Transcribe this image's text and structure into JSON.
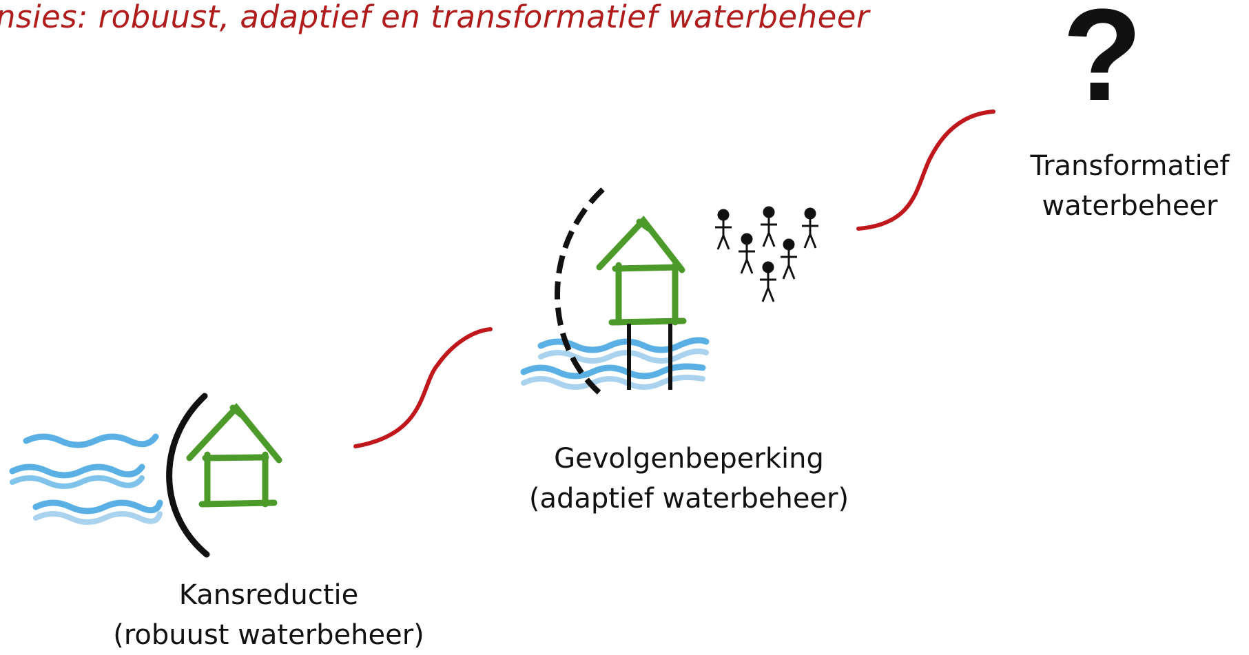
{
  "title": "nsies: robuust, adaptief en transformatief waterbeheer",
  "stages": [
    {
      "name": "Kansreductie",
      "subtitle": "(robuust waterbeheer)"
    },
    {
      "name": "Gevolgenbeperking",
      "subtitle": "(adaptief waterbeheer)"
    },
    {
      "name": "Transformatief",
      "subtitle": "waterbeheer"
    }
  ],
  "question_mark": "?",
  "colors": {
    "title": "#b01c1c",
    "connector": "#c0171c",
    "house": "#4c9a2a",
    "water": "#5ab0e4",
    "water_light": "#a9d2ee",
    "barrier": "#111111"
  },
  "icons": [
    "wave-icon",
    "house-icon",
    "barrier-icon",
    "people-icon",
    "question-mark-icon"
  ]
}
